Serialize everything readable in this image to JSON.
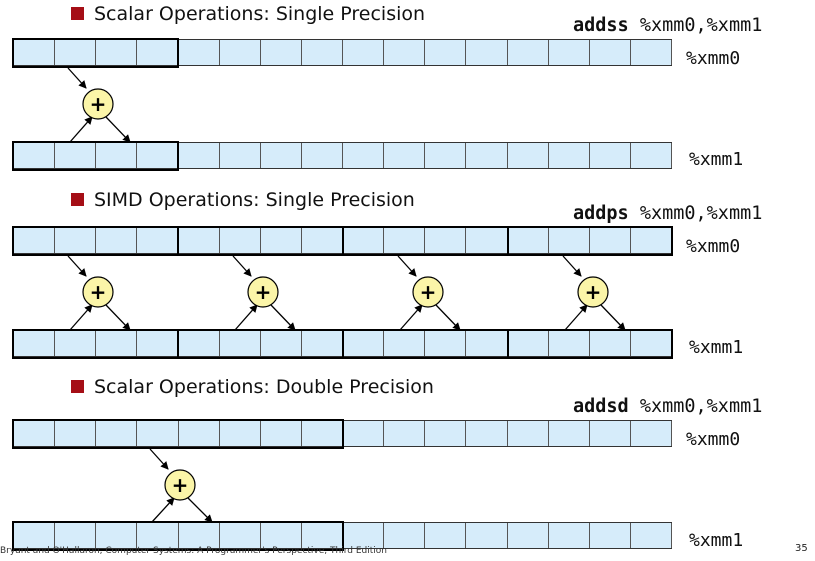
{
  "sections": [
    {
      "heading": "Scalar Operations: Single Precision",
      "instruction": {
        "op": "addss",
        "args": "%xmm0,%xmm1"
      },
      "reg_top": "%xmm0",
      "reg_bottom": "%xmm1"
    },
    {
      "heading": "SIMD Operations: Single Precision",
      "instruction": {
        "op": "addps",
        "args": "%xmm0,%xmm1"
      },
      "reg_top": "%xmm0",
      "reg_bottom": "%xmm1"
    },
    {
      "heading": "Scalar Operations: Double Precision",
      "instruction": {
        "op": "addsd",
        "args": "%xmm0,%xmm1"
      },
      "reg_top": "%xmm0",
      "reg_bottom": "%xmm1"
    }
  ],
  "adder_symbol": "+",
  "footer": "Bryant and O'Hallaron, Computer Systems: A Programmer's Perspective, Third Edition",
  "page_number": "35",
  "colors": {
    "bullet": "#a50e16",
    "cell_fill": "#d6ecfa",
    "adder_fill": "#fbf5a8"
  }
}
